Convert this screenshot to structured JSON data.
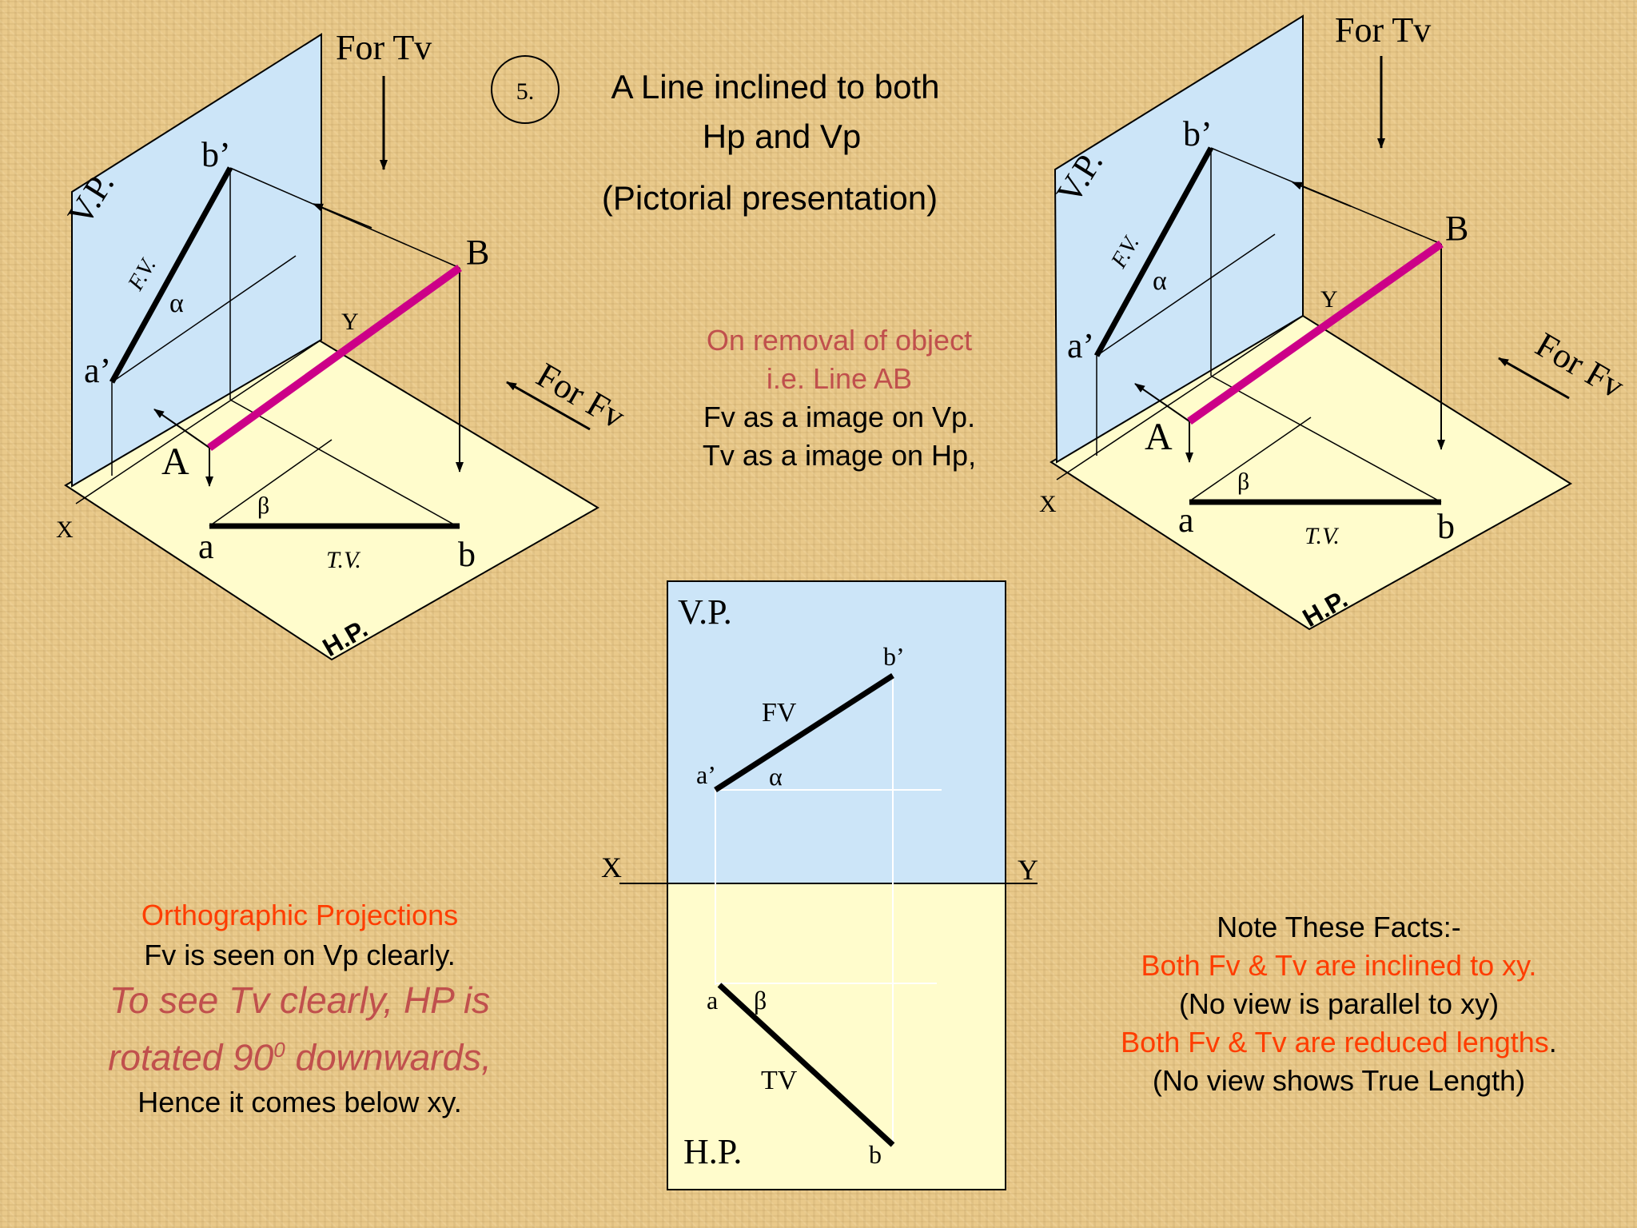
{
  "title": {
    "number": "5.",
    "line1": "A Line inclined to both",
    "line2": "Hp and Vp",
    "line3": "(Pictorial presentation)"
  },
  "left_pictorial": {
    "for_tv": "For Tv",
    "for_fv": "For Fv",
    "vp": "V.P.",
    "hp": "H.P.",
    "fv": "F.V.",
    "tv": "T.V.",
    "alpha": "α",
    "beta": "β",
    "x": "X",
    "y": "Y",
    "a_prime": "a’",
    "b_prime": "b’",
    "A": "A",
    "B": "B",
    "a": "a",
    "b": "b"
  },
  "right_pictorial": {
    "for_tv": "For Tv",
    "for_fv": "For Fv",
    "vp": "V.P.",
    "hp": "H.P.",
    "fv": "F.V.",
    "tv": "T.V.",
    "alpha": "α",
    "beta": "β",
    "x": "X",
    "y": "Y",
    "a_prime": "a’",
    "b_prime": "b’",
    "A": "A",
    "B": "B",
    "a": "a",
    "b": "b"
  },
  "orthographic": {
    "vp": "V.P.",
    "hp": "H.P.",
    "x": "X",
    "y": "Y",
    "fv": "FV",
    "tv": "TV",
    "alpha": "α",
    "beta": "β",
    "a_prime": "a’",
    "b_prime": "b’",
    "a": "a",
    "b": "b"
  },
  "middle_note": {
    "line1": "On removal of object",
    "line2": "i.e. Line AB",
    "line3": "Fv as a image on Vp.",
    "line4": "Tv as a image on Hp,"
  },
  "left_note": {
    "line1": "Orthographic Projections",
    "line2": "Fv is seen on Vp clearly.",
    "line3": "To see Tv clearly, HP is",
    "line4_a": "rotated 90",
    "line4_sup": "0",
    "line4_b": " downwards,",
    "line5": "Hence it comes below xy."
  },
  "right_note": {
    "line1": "Note These Facts:-",
    "line2": "Both Fv & Tv are inclined to xy.",
    "line3": "(No view is parallel to xy)",
    "line4_red": "Both Fv & Tv are reduced lengths",
    "line4_dot": ".",
    "line5": "(No view shows True Length)"
  },
  "colors": {
    "vp_fill": "#cce5f8",
    "hp_fill": "#fffccc",
    "line_ab": "#cc0088",
    "red_text": "#ff3d00",
    "brick_text": "#c0504d"
  }
}
